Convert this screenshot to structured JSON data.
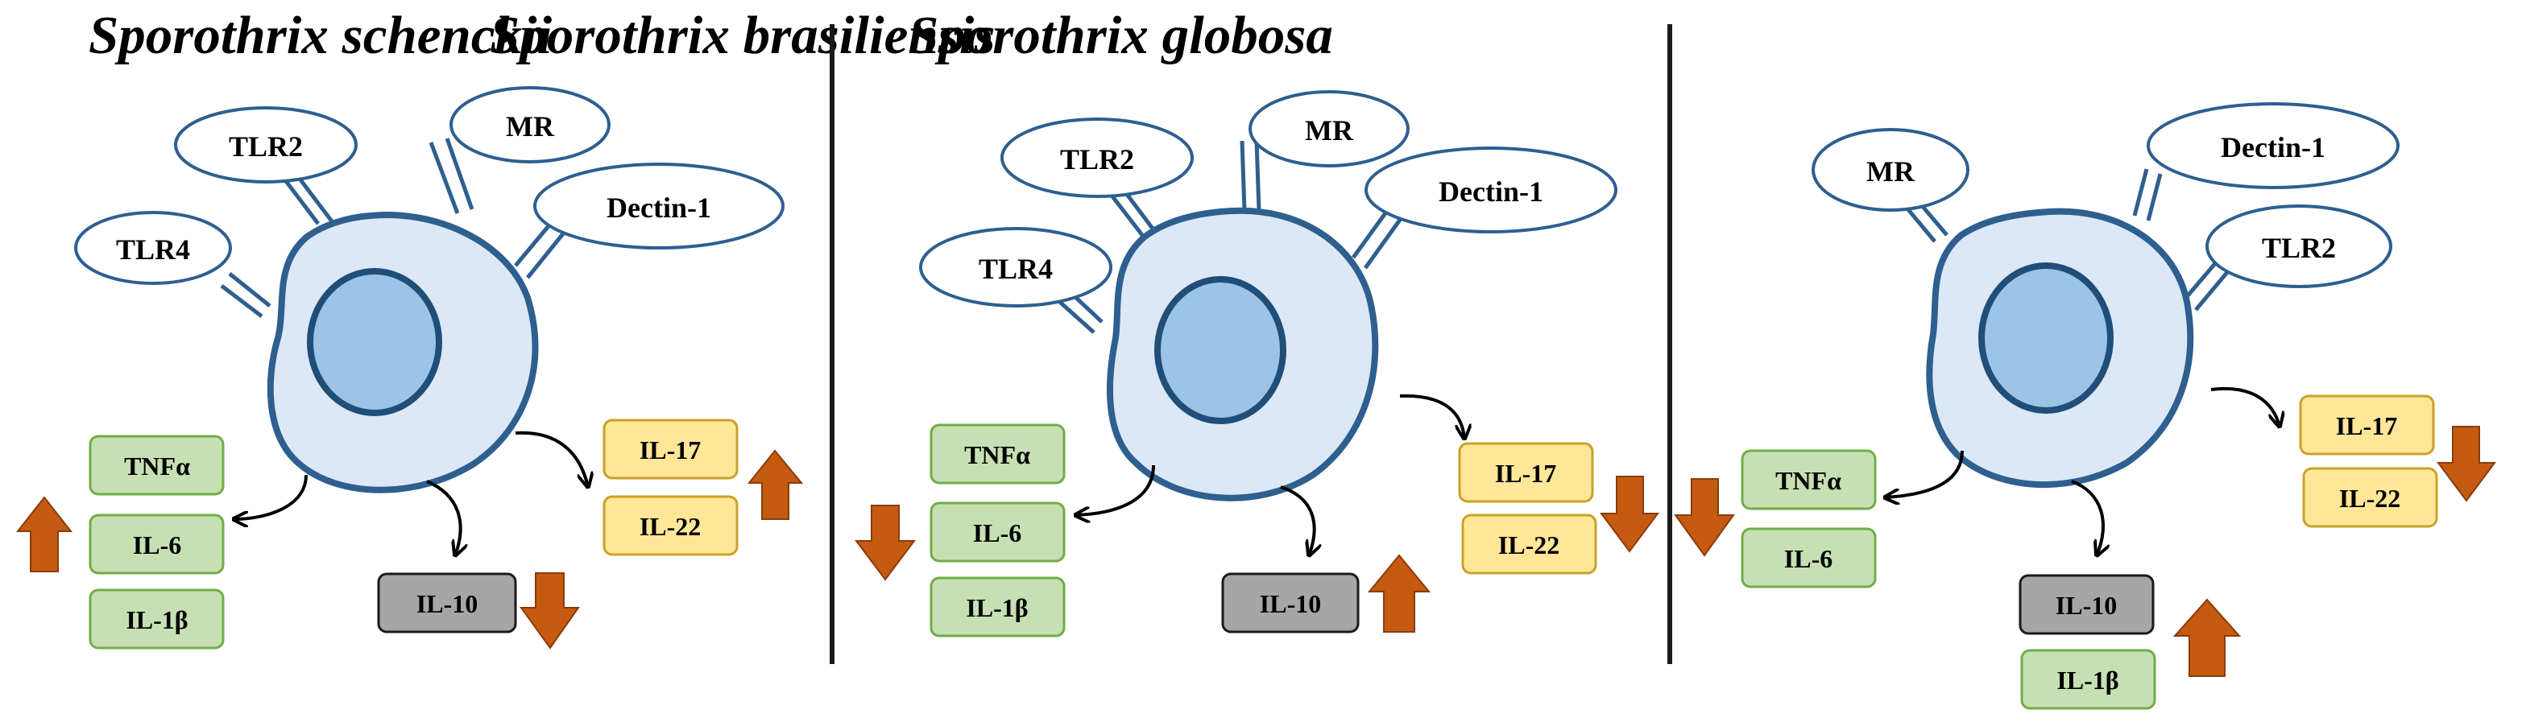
{
  "panels": [
    {
      "title": "Sporothrix schenckii",
      "receptors": [
        "TLR2",
        "MR",
        "TLR4",
        "Dectin-1"
      ],
      "cytokines": [
        "TNFα",
        "IL-6",
        "IL-1β",
        "IL-17",
        "IL-22",
        "IL-10"
      ]
    },
    {
      "title": "Sporothrix brasiliensis",
      "receptors": [
        "TLR2",
        "MR",
        "TLR4",
        "Dectin-1"
      ],
      "cytokines": [
        "TNFα",
        "IL-6",
        "IL-1β",
        "IL-17",
        "IL-22",
        "IL-10"
      ]
    },
    {
      "title": "Sporothrix globosa",
      "receptors": [
        "MR",
        "Dectin-1",
        "TLR2"
      ],
      "cytokines": [
        "TNFα",
        "IL-6",
        "IL-17",
        "IL-22",
        "IL-10",
        "IL-1β"
      ]
    }
  ],
  "colors": {
    "cell_fill": "#dce8f5",
    "nucleus_fill": "#9dc3e6",
    "outline": "#2e5f8f",
    "green_box": "#c6e0b4",
    "green_border": "#70ad47",
    "yellow_box": "#ffe699",
    "yellow_border": "#c9a227",
    "gray_box": "#a6a6a6",
    "arrow": "#c55a11"
  }
}
